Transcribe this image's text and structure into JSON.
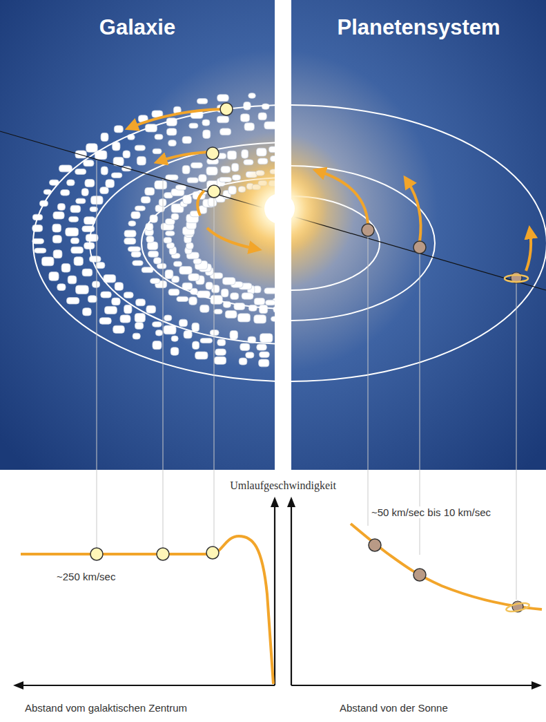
{
  "diagram": {
    "nodes": [
      {
        "text": [
          "Galaxie"
        ]
      },
      {
        "text": [
          "Planetensystem"
        ]
      }
    ],
    "labels": [
      "Umlaufgeschwindigkeit",
      "~250 km/sec",
      "~50 km/sec bis 10 km/sec",
      "Abstand vom galaktischen Zentrum",
      "Abstand von der Sonne"
    ]
  }
}
